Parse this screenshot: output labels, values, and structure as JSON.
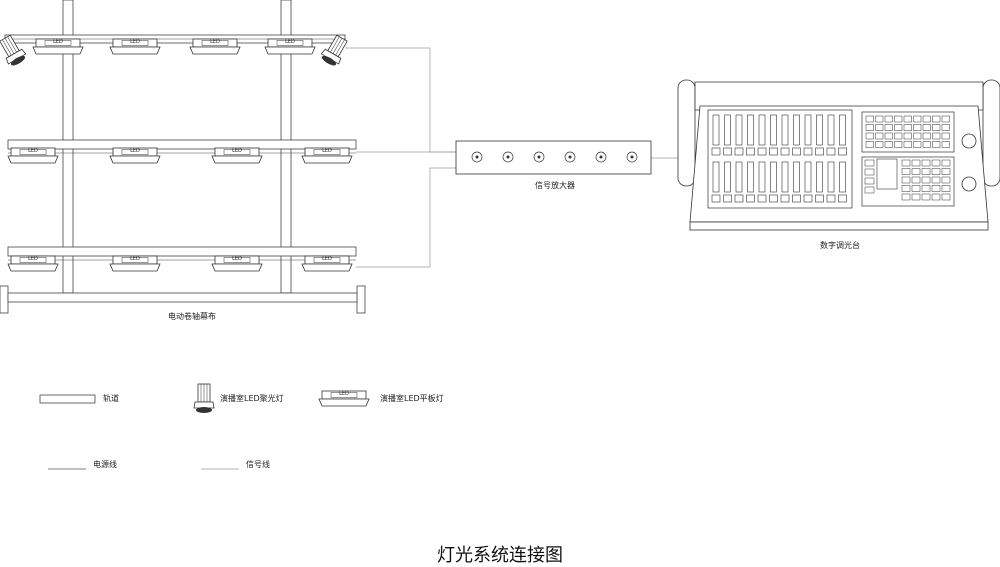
{
  "labels": {
    "curtain": "电动卷轴幕布",
    "amplifier": "信号放大器",
    "console": "数字调光台",
    "title": "灯光系统连接图"
  },
  "panel_tag": "LED",
  "legend": {
    "track": "轨道",
    "spotlight": "演播室LED聚光灯",
    "panel_light": "演播室LED平板灯",
    "power_line": "电源线",
    "signal_line": "信号线"
  },
  "amplifier_ports": 6,
  "console_faders": {
    "rows": 2,
    "per_row": 12
  },
  "colors": {
    "line": "#333333",
    "signal": "#9a9a9a",
    "fill": "#f4f4f4"
  }
}
